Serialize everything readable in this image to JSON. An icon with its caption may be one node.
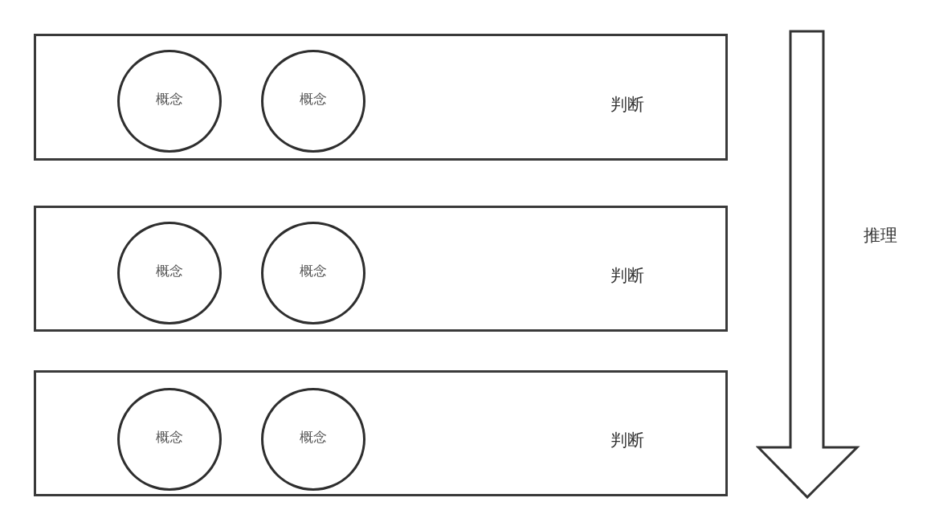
{
  "diagram": {
    "nodes": [
      {
        "text": [
          "判断"
        ]
      },
      {
        "text": [
          "概念"
        ],
        "in": 0
      },
      {
        "text": [
          "概念"
        ],
        "in": 0
      },
      {
        "text": [
          "判断"
        ]
      },
      {
        "text": [
          "概念"
        ],
        "in": 3
      },
      {
        "text": [
          "概念"
        ],
        "in": 3
      },
      {
        "text": [
          "判断"
        ]
      },
      {
        "text": [
          "概念"
        ],
        "in": 6
      },
      {
        "text": [
          "概念"
        ],
        "in": 6
      }
    ],
    "edges": [],
    "labels": [
      "推理"
    ]
  }
}
